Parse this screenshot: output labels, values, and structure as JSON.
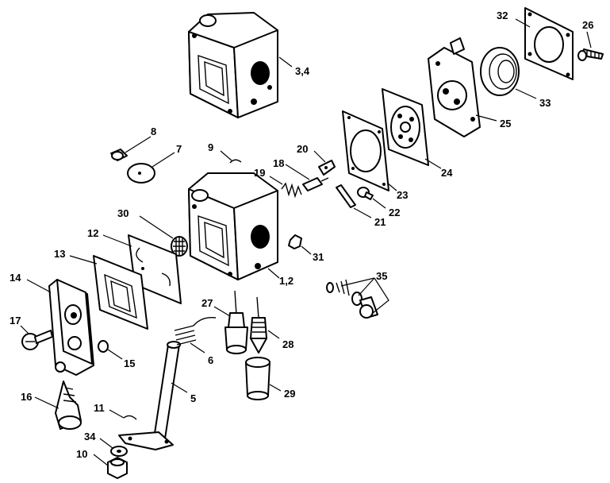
{
  "callouts": {
    "c1_2": "1,2",
    "c3_4": "3,4",
    "c5": "5",
    "c6": "6",
    "c7": "7",
    "c8": "8",
    "c9": "9",
    "c10": "10",
    "c11": "11",
    "c12": "12",
    "c13": "13",
    "c14": "14",
    "c15": "15",
    "c16": "16",
    "c17": "17",
    "c18": "18",
    "c19": "19",
    "c20": "20",
    "c21": "21",
    "c22": "22",
    "c23": "23",
    "c24": "24",
    "c25": "25",
    "c26": "26",
    "c27": "27",
    "c28": "28",
    "c29": "29",
    "c30": "30",
    "c31": "31",
    "c32": "32",
    "c33": "33",
    "c34": "34",
    "c35": "35"
  }
}
